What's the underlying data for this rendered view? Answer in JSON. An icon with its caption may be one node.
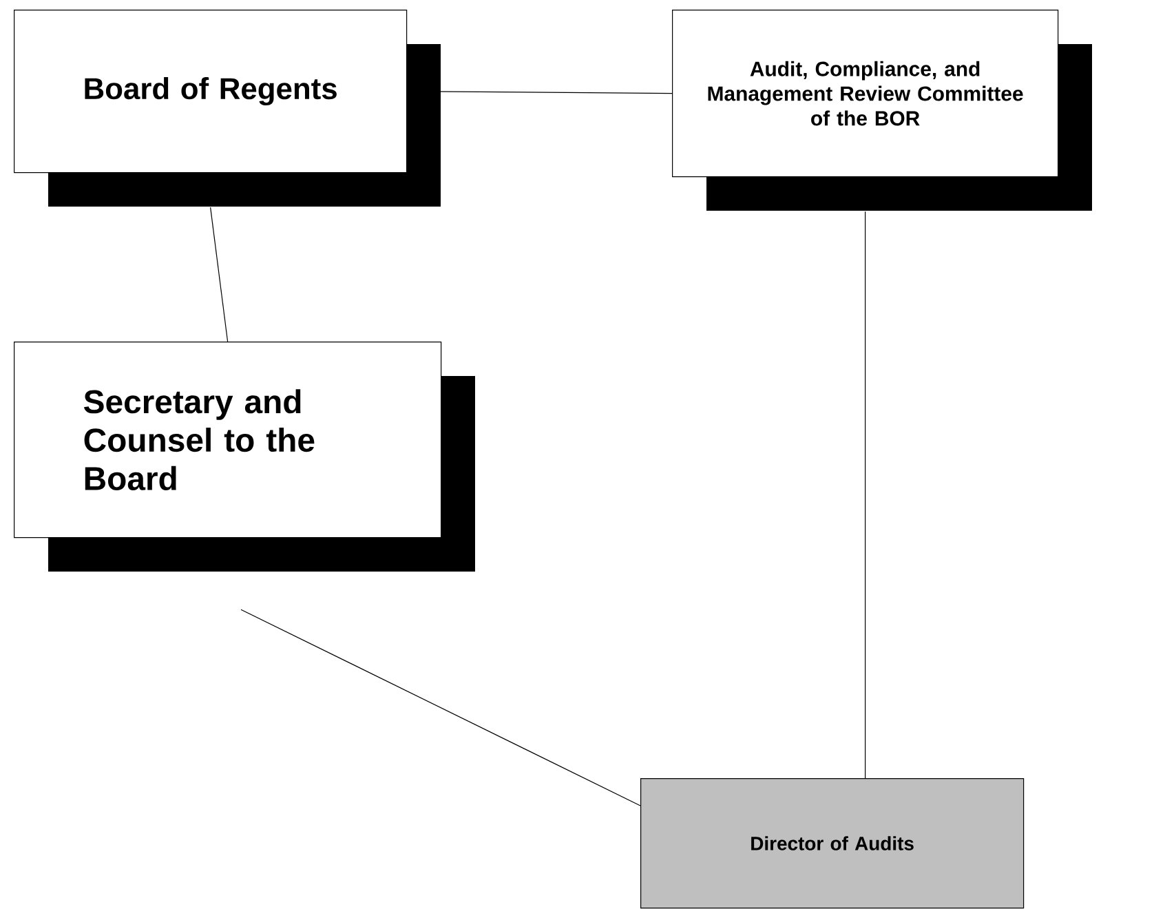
{
  "diagram": {
    "nodes": [
      {
        "text": [
          "Board of Regents"
        ]
      },
      {
        "text": [
          "Audit, Compliance, and Management Review Committee of the BOR"
        ]
      },
      {
        "text": [
          "Secretary and Counsel to the Board"
        ]
      },
      {
        "text": [
          "Director of Audits"
        ]
      }
    ],
    "edges": [
      {
        "from": 0,
        "to": 1,
        "arrow": "none"
      },
      {
        "from": 0,
        "to": 2,
        "arrow": "none"
      },
      {
        "from": 1,
        "to": 3,
        "arrow": "none"
      },
      {
        "from": 2,
        "to": 3,
        "arrow": "none"
      }
    ]
  }
}
